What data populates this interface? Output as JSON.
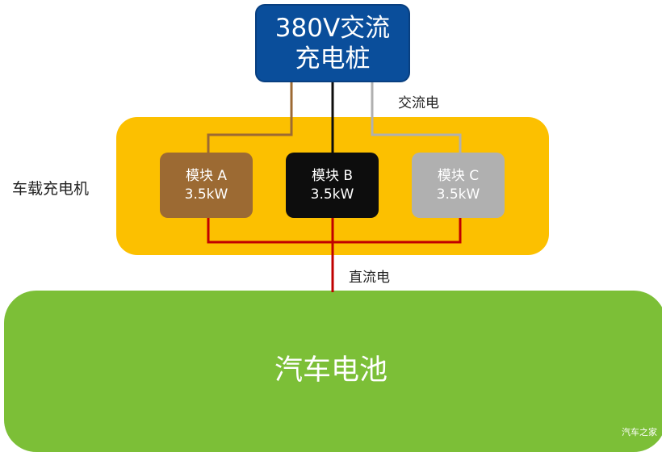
{
  "charger": {
    "line1": "380V交流",
    "line2": "充电桩"
  },
  "labels": {
    "ac": "交流电",
    "dc": "直流电",
    "obc": "车载充电机"
  },
  "modules": [
    {
      "name": "模块 A",
      "power": "3.5kW",
      "color": "#9c6a33"
    },
    {
      "name": "模块 B",
      "power": "3.5kW",
      "color": "#0d0d0d"
    },
    {
      "name": "模块 C",
      "power": "3.5kW",
      "color": "#b0b0b0"
    }
  ],
  "battery": {
    "label": "汽车电池"
  },
  "watermark": "汽车之家",
  "colors": {
    "charger": "#0a4e9b",
    "obc": "#fcc000",
    "battery": "#7cbf37",
    "dc_line": "#c00000"
  }
}
